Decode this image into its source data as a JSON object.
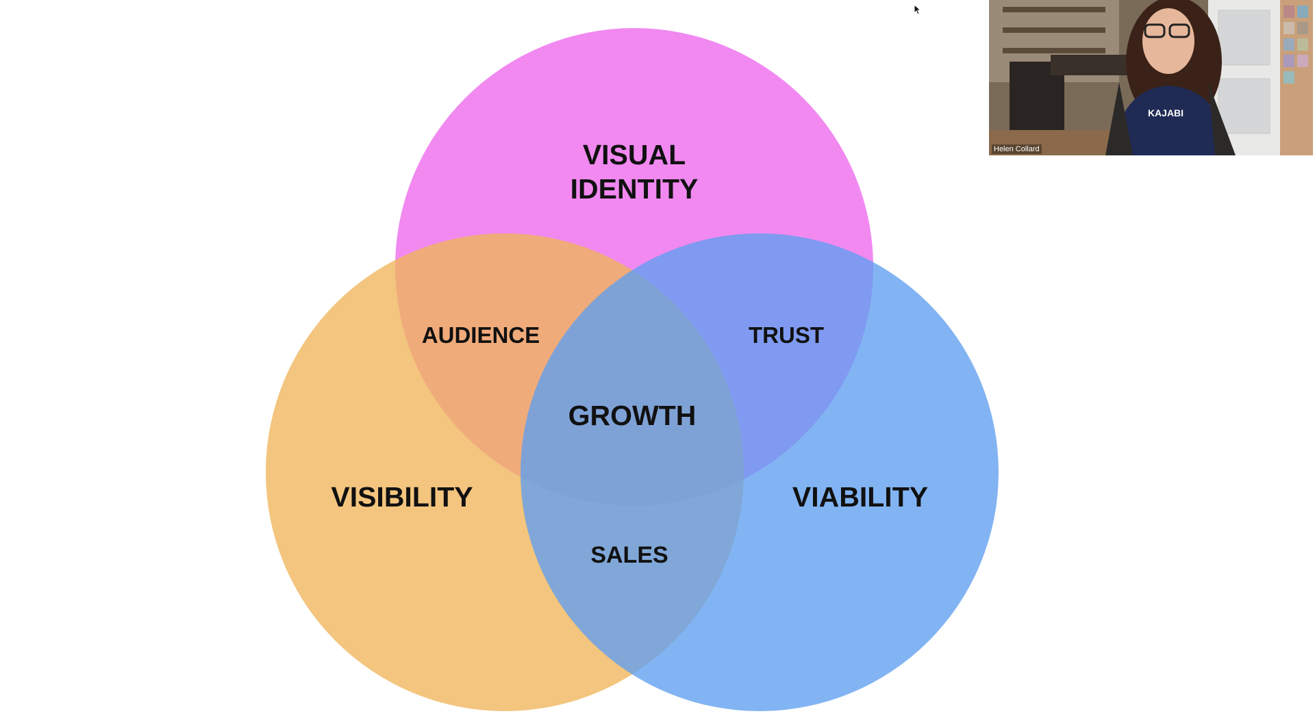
{
  "diagram": {
    "circles": [
      {
        "id": "visual-identity",
        "label_lines": [
          "VISUAL",
          "IDENTITY"
        ],
        "color": "#ee6fee"
      },
      {
        "id": "visibility",
        "label_lines": [
          "VISIBILITY"
        ],
        "color": "#f0b55a"
      },
      {
        "id": "viability",
        "label_lines": [
          "VIABILITY"
        ],
        "color": "#5f9ff0"
      }
    ],
    "overlaps": {
      "audience": "AUDIENCE",
      "trust": "TRUST",
      "sales": "SALES",
      "center": "GROWTH"
    }
  },
  "video": {
    "participant_name": "Helen Collard",
    "shirt_text": "KAJABI"
  }
}
